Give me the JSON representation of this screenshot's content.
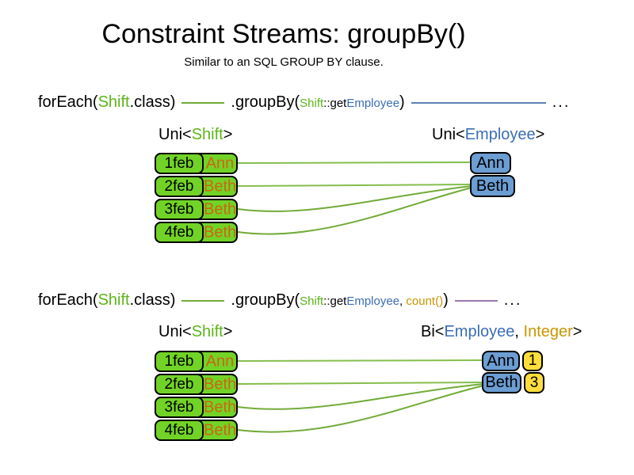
{
  "title": "Constraint Streams: groupBy()",
  "subtitle": "Similar to an SQL GROUP BY clause.",
  "colors": {
    "green_box": "#72D327",
    "blue_box": "#6C9DD3",
    "yellow_box": "#FFDE3B",
    "green_text": "#5BB517",
    "blue_text": "#3B6DB5",
    "gold_text": "#C79600",
    "orange_text": "#CC6611",
    "line_green": "#85BE4C",
    "line_green_curve": "#72AB39",
    "line_blue": "#5C7FB5",
    "line_purple": "#9878AE"
  },
  "code_line_1": {
    "foreach": "forEach(",
    "shift": "Shift",
    "class_suffix": ".class)",
    "groupby": ".groupBy(",
    "arg_shift": "Shift",
    "arg_getter": "::get",
    "arg_employee": "Employee",
    "close": ")",
    "ellipsis": "..."
  },
  "code_line_2": {
    "foreach": "forEach(",
    "shift": "Shift",
    "class_suffix": ".class)",
    "groupby": ".groupBy(",
    "arg_shift": "Shift",
    "arg_getter": "::get",
    "arg_employee": "Employee",
    "comma": ", ",
    "count": "count()",
    "close": ")",
    "ellipsis": "..."
  },
  "section1": {
    "left_label": {
      "p1": "Uni<",
      "p2": "Shift",
      "p3": ">"
    },
    "right_label": {
      "p1": "Uni<",
      "p2": "Employee",
      "p3": ">"
    }
  },
  "section2": {
    "left_label": {
      "p1": "Uni<",
      "p2": "Shift",
      "p3": ">"
    },
    "right_label": {
      "p1": "Bi<",
      "p2": "Employee",
      "p3": ", ",
      "p4": "Integer",
      "p5": ">"
    }
  },
  "shift_rows": [
    {
      "date": "1feb",
      "name": "Ann"
    },
    {
      "date": "2feb",
      "name": "Beth"
    },
    {
      "date": "3feb",
      "name": "Beth"
    },
    {
      "date": "4feb",
      "name": "Beth"
    }
  ],
  "groups1": [
    {
      "name": "Ann"
    },
    {
      "name": "Beth"
    }
  ],
  "groups2": [
    {
      "name": "Ann",
      "count": "1"
    },
    {
      "name": "Beth",
      "count": "3"
    }
  ]
}
